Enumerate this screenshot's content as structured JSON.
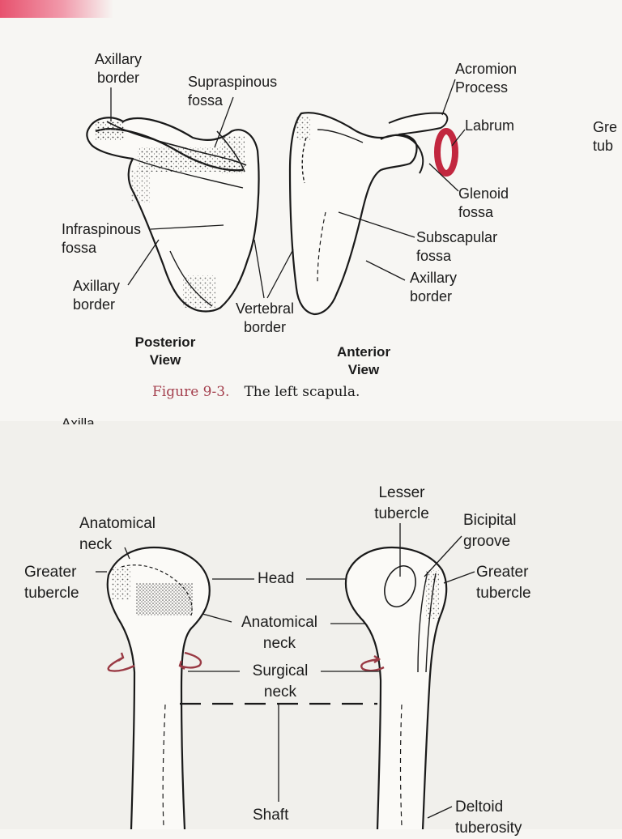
{
  "figure": {
    "number": "Figure 9-3.",
    "title": "The left scapula."
  },
  "scapula_labels": {
    "axillary_border_top": [
      "Axillary",
      "border"
    ],
    "supraspinous_fossa": [
      "Supraspinous",
      "fossa"
    ],
    "infraspinous_fossa": [
      "Infraspinous",
      "fossa"
    ],
    "axillary_border_left": [
      "Axillary",
      "border"
    ],
    "vertebral_border": [
      "Vertebral",
      "border"
    ],
    "posterior_view": [
      "Posterior",
      "View"
    ],
    "acromion_process": [
      "Acromion",
      "Process"
    ],
    "labrum": "Labrum",
    "glenoid_fossa": [
      "Glenoid",
      "fossa"
    ],
    "subscapular_fossa": [
      "Subscapular",
      "fossa"
    ],
    "axillary_border_right": [
      "Axillary",
      "border"
    ],
    "anterior_view": [
      "Anterior",
      "View"
    ],
    "greater_tubercle_clipped": [
      "Gre",
      "tub"
    ]
  },
  "cutoff_text": "Axilla",
  "humerus_labels": {
    "anatomical_neck_left": [
      "Anatomical",
      "neck"
    ],
    "greater_tubercle_left": [
      "Greater",
      "tubercle"
    ],
    "head": "Head",
    "anatomical_neck_center": [
      "Anatomical",
      "neck"
    ],
    "surgical_neck": [
      "Surgical",
      "neck"
    ],
    "shaft": "Shaft",
    "lesser_tubercle": [
      "Lesser",
      "tubercle"
    ],
    "bicipital_groove": [
      "Bicipital",
      "groove"
    ],
    "greater_tubercle_right": [
      "Greater",
      "tubercle"
    ],
    "deltoid_tuberosity": [
      "Deltoid",
      "tuberosity"
    ]
  },
  "colors": {
    "labrum_ring": "#c2273f",
    "arrow": "#9a3a44",
    "caption_figure": "#a4404e"
  }
}
